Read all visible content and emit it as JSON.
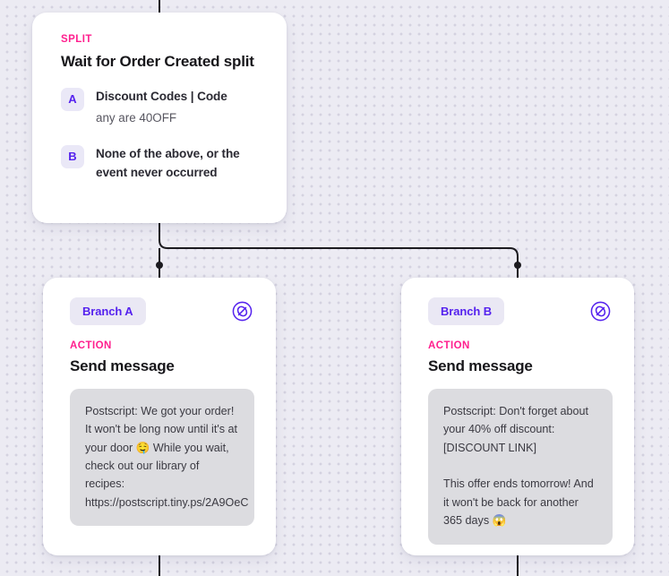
{
  "canvas": {
    "background_color": "#ecebf3",
    "dot_color": "#d4d2e0",
    "connector_color": "#1c1b20"
  },
  "colors": {
    "kicker_pink": "#ff1f8e",
    "brand_purple": "#5522ee",
    "badge_bg": "#eae8f7",
    "bubble_bg": "#dcdce0",
    "card_bg": "#ffffff",
    "title_text": "#17161a"
  },
  "split_card": {
    "kicker": "SPLIT",
    "title": "Wait for Order Created split",
    "branches": [
      {
        "badge": "A",
        "primary": "Discount Codes | Code",
        "secondary": "any are 40OFF"
      },
      {
        "badge": "B",
        "primary": "None of the above, or the event never occurred",
        "secondary": ""
      }
    ]
  },
  "branch_cards": [
    {
      "pill": "Branch A",
      "icon": "exclude-circle-slash-icon",
      "kicker": "ACTION",
      "title": "Send message",
      "message": "Postscript: We got your order! It won't be long now until it's at your door 🤤 While you wait, check out our library of recipes: https://postscript.tiny.ps/2A9OeC"
    },
    {
      "pill": "Branch B",
      "icon": "exclude-circle-slash-icon",
      "kicker": "ACTION",
      "title": "Send message",
      "message": "Postscript: Don't forget about your 40% off discount: [DISCOUNT LINK]\n\nThis offer ends tomorrow! And it won't be back for another 365 days 😱"
    }
  ]
}
